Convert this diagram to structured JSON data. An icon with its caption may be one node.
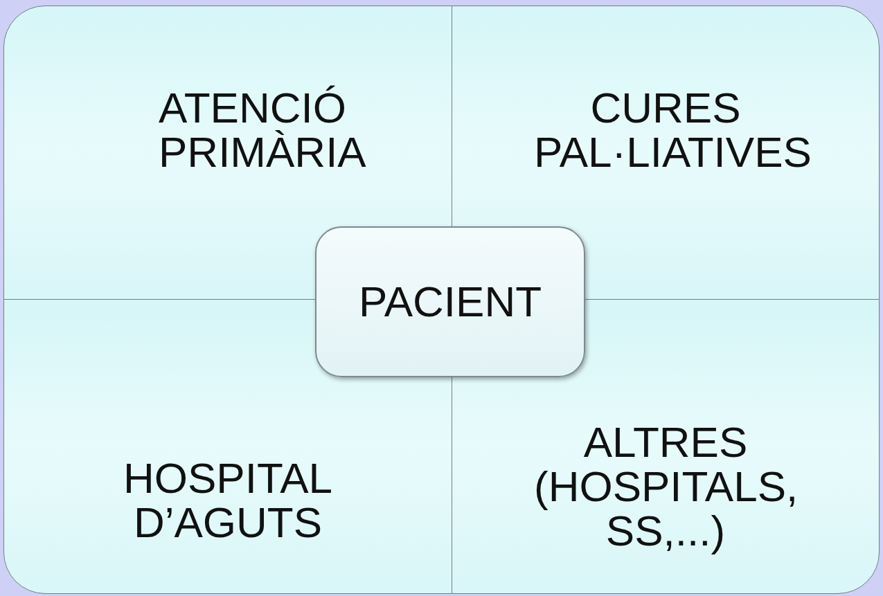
{
  "diagram": {
    "nodes": [
      {
        "text": [
          "ATENCIÓ PRIMÀRIA"
        ]
      },
      {
        "text": [
          "CURES PAL·LIATIVES"
        ]
      },
      {
        "text": [
          "PACIENT"
        ]
      },
      {
        "text": [
          "HOSPITAL D’AGUTS"
        ]
      },
      {
        "text": [
          "ALTRES (HOSPITALS, SS,...)"
        ]
      }
    ]
  }
}
